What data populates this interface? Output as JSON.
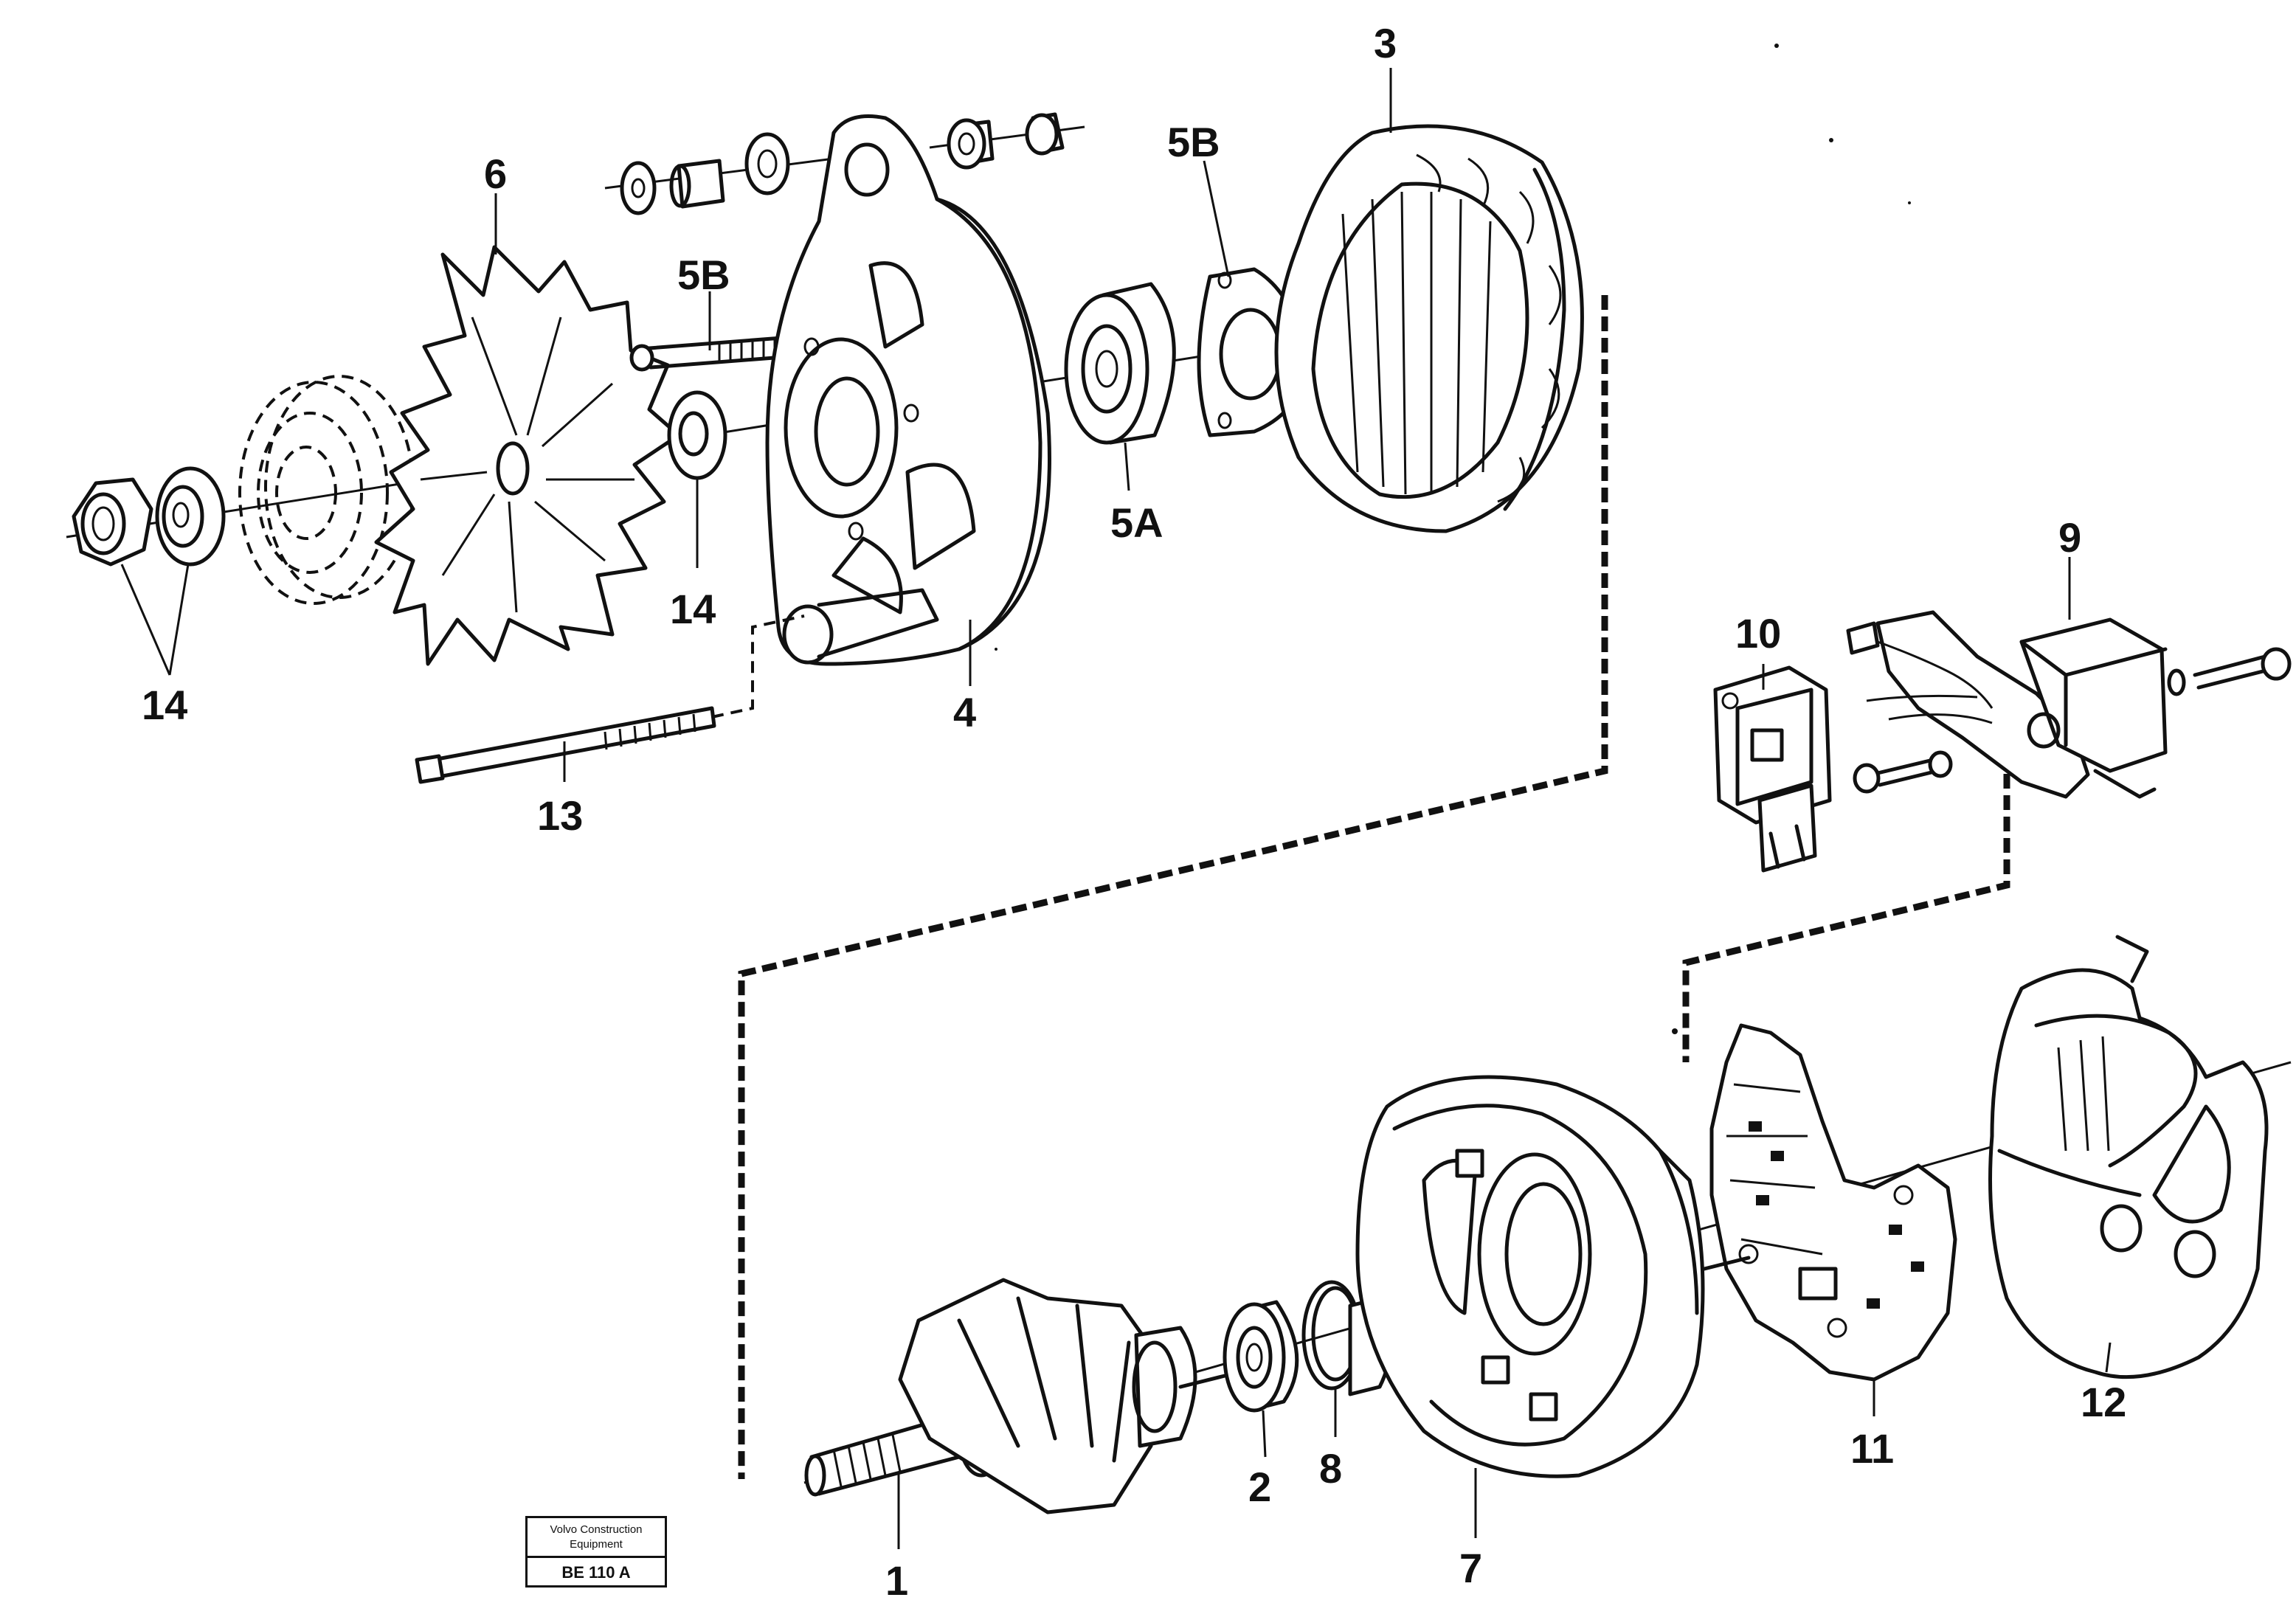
{
  "figure": {
    "callouts": {
      "c1": "1",
      "c2": "2",
      "c3": "3",
      "c4": "4",
      "c5a": "5A",
      "c5b_top": "5B",
      "c5b_mid": "5B",
      "c6": "6",
      "c7": "7",
      "c8": "8",
      "c9": "9",
      "c10": "10",
      "c11": "11",
      "c12": "12",
      "c13": "13",
      "c14_left": "14",
      "c14_mid": "14"
    },
    "reference_box": {
      "company_line1": "Volvo Construction",
      "company_line2": "Equipment",
      "drawing_code": "BE 110 A"
    }
  }
}
